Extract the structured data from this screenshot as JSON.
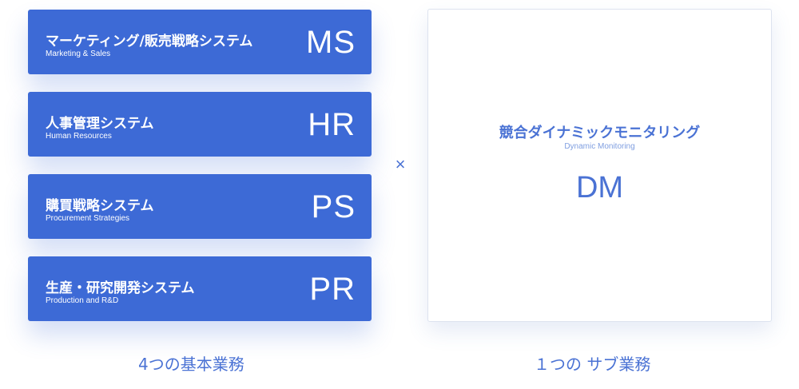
{
  "basic_systems": [
    {
      "title": "マーケティング/販売戦略システム",
      "subtitle": "Marketing & Sales",
      "code": "MS"
    },
    {
      "title": "人事管理システム",
      "subtitle": "Human Resources",
      "code": "HR"
    },
    {
      "title": "購買戦略システム",
      "subtitle": "Procurement Strategies",
      "code": "PS"
    },
    {
      "title": "生産・研究開発システム",
      "subtitle": "Production and R&D",
      "code": "PR"
    }
  ],
  "operator": "×",
  "sub_business": {
    "title": "競合ダイナミックモニタリング",
    "subtitle": "Dynamic Monitoring",
    "code": "DM"
  },
  "captions": {
    "left": "4つの基本業務",
    "right": "１つの サブ業務"
  },
  "colors": {
    "card_blue": "#3d6ad6",
    "accent_blue": "#4a72d4",
    "light_blue": "#7f9ee0"
  }
}
